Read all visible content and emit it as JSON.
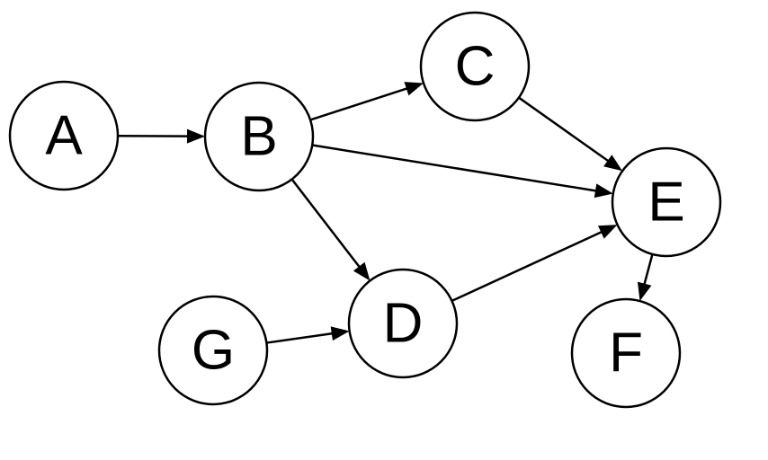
{
  "diagram": {
    "nodes": [
      {
        "id": "A",
        "label": "A"
      },
      {
        "id": "B",
        "label": "B"
      },
      {
        "id": "C",
        "label": "C"
      },
      {
        "id": "D",
        "label": "D"
      },
      {
        "id": "E",
        "label": "E"
      },
      {
        "id": "F",
        "label": "F"
      },
      {
        "id": "G",
        "label": "G"
      }
    ],
    "edges": [
      {
        "from": "A",
        "to": "B"
      },
      {
        "from": "B",
        "to": "C"
      },
      {
        "from": "B",
        "to": "E"
      },
      {
        "from": "B",
        "to": "D"
      },
      {
        "from": "C",
        "to": "E"
      },
      {
        "from": "D",
        "to": "E"
      },
      {
        "from": "G",
        "to": "D"
      },
      {
        "from": "E",
        "to": "F"
      }
    ],
    "colors": {
      "stroke": "#000000",
      "fill": "#ffffff"
    }
  }
}
